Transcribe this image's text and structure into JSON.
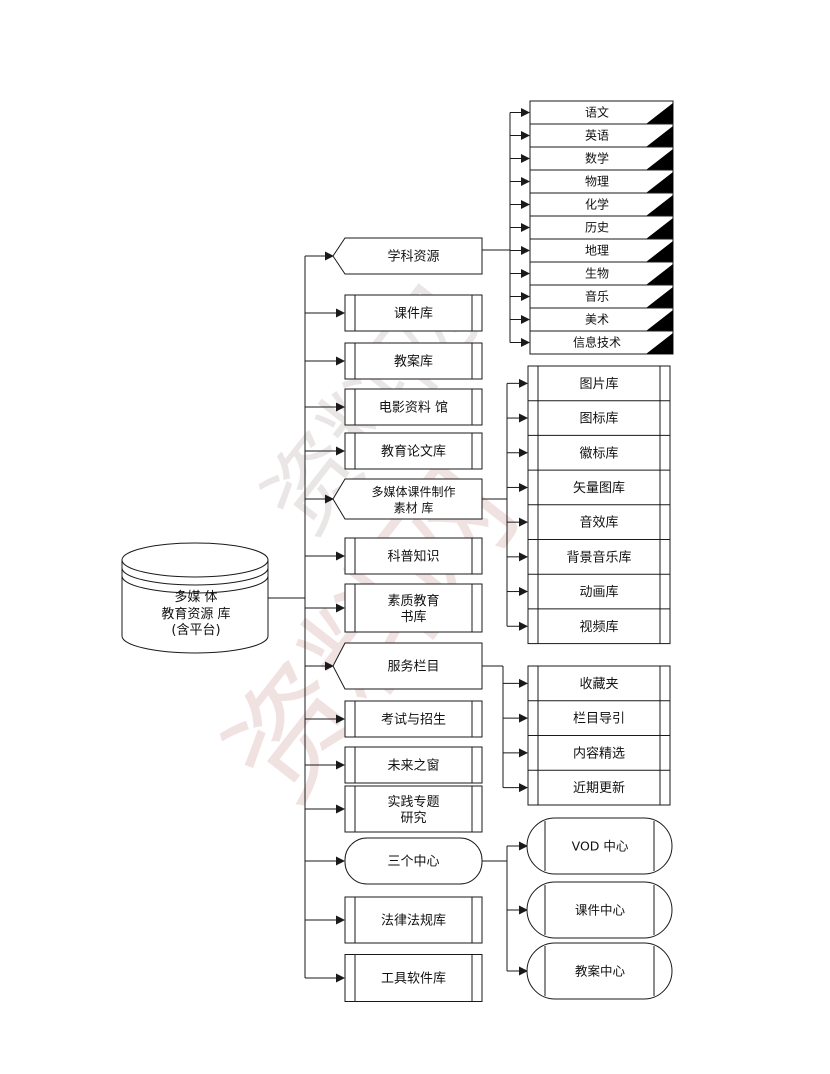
{
  "root_node": {
    "lines": [
      "多媒 体",
      "教育资源 库",
      "(含平台)"
    ]
  },
  "branches": [
    {
      "shape": "pennant",
      "lines": [
        "学科资源"
      ]
    },
    {
      "shape": "process",
      "lines": [
        "课件库"
      ]
    },
    {
      "shape": "process",
      "lines": [
        "教案库"
      ]
    },
    {
      "shape": "process",
      "lines": [
        "电影资料 馆"
      ]
    },
    {
      "shape": "process",
      "lines": [
        "教育论文库"
      ]
    },
    {
      "shape": "pennant",
      "lines": [
        "多媒体课件制作",
        "素材 库"
      ]
    },
    {
      "shape": "process",
      "lines": [
        "科普知识"
      ]
    },
    {
      "shape": "process",
      "lines": [
        "素质教育",
        "书库"
      ]
    },
    {
      "shape": "pennant",
      "lines": [
        "服务栏目"
      ]
    },
    {
      "shape": "process",
      "lines": [
        "考试与招生"
      ]
    },
    {
      "shape": "process",
      "lines": [
        "未来之窗"
      ]
    },
    {
      "shape": "process",
      "lines": [
        "实践专题",
        "研究"
      ]
    },
    {
      "shape": "rounded",
      "lines": [
        "三个中心"
      ]
    },
    {
      "shape": "process",
      "lines": [
        "法律法规库"
      ]
    },
    {
      "shape": "process",
      "lines": [
        "工具软件库"
      ]
    }
  ],
  "subject_group": {
    "items": [
      "语文",
      "英语",
      "数学",
      "物理",
      "化学",
      "历史",
      "地理",
      "生物",
      "音乐",
      "美术",
      "信息技术"
    ]
  },
  "media_group": {
    "items": [
      "图片库",
      "图标库",
      "徽标库",
      "矢量图库",
      "音效库",
      "背景音乐库",
      "动画库",
      "视频库"
    ]
  },
  "service_group": {
    "items": [
      "收藏夹",
      "栏目导引",
      "内容精选",
      "近期更新"
    ]
  },
  "center_group": {
    "items": [
      "VOD 中心",
      "课件中心",
      "教案中心"
    ]
  },
  "watermark": {
    "text": "资料网"
  },
  "colors": {
    "line": "#1a1a1a",
    "fill": "#ffffff",
    "fold": "#000000",
    "text": "#111111",
    "watermark_gray": "#d9d2d2",
    "watermark_pink": "#e8cfcf"
  }
}
